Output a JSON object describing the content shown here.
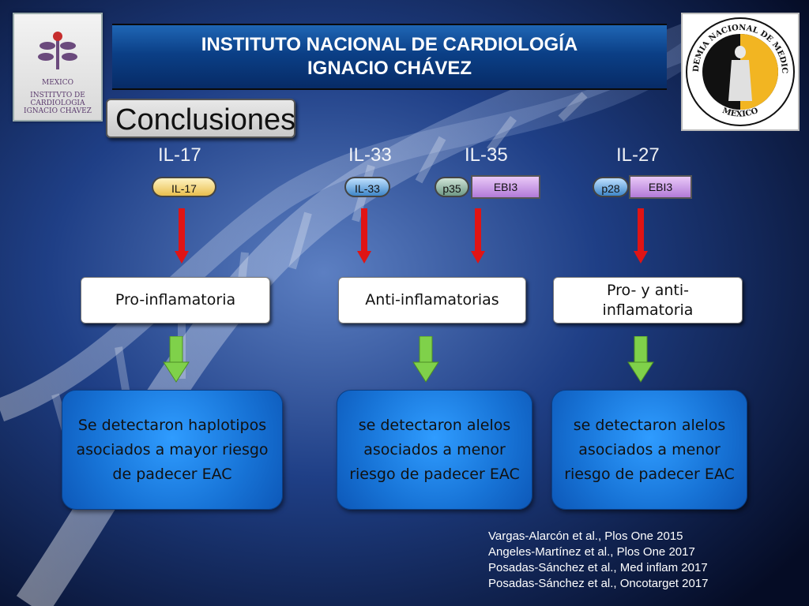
{
  "header": {
    "title_line1": "INSTITUTO NACIONAL DE CARDIOLOGÍA",
    "title_line2": "IGNACIO CHÁVEZ"
  },
  "logos": {
    "left_text": [
      "MEXICO",
      "INSTITVTO DE",
      "CARDIOLOGIA",
      "IGNACIO CHAVEZ"
    ],
    "right_text": [
      "ACADEMIA NACIONAL DE MEDICINA",
      "MEXICO"
    ]
  },
  "section_title": "Conclusiones",
  "columns": {
    "col1": {
      "heading": "IL-17",
      "molecule": "IL-17",
      "effect": "Pro-inflamatoria",
      "finding": "Se detectaron haplotipos asociados a mayor riesgo de padecer EAC"
    },
    "col2": {
      "heading_a": "IL-33",
      "heading_b": "IL-35",
      "molecule_a": "IL-33",
      "molecule_b1": "p35",
      "molecule_b2": "EBI3",
      "effect": "Anti-inflamatorias",
      "finding": "se detectaron alelos asociados a menor riesgo de padecer EAC"
    },
    "col3": {
      "heading": "IL-27",
      "molecule_1": "p28",
      "molecule_2": "EBI3",
      "effect_line1": "Pro- y anti-",
      "effect_line2": "inflamatoria",
      "finding": "se detectaron alelos asociados a menor riesgo de padecer EAC"
    }
  },
  "references": [
    "Vargas-Alarcón et al., Plos One 2015",
    "Angeles-Martínez et al., Plos One 2017",
    "Posadas-Sánchez et al., Med inflam 2017",
    "Posadas-Sánchez et al., Oncotarget 2017"
  ],
  "colors": {
    "banner": "#0b3f86",
    "finding_box": "#1773d6",
    "red_arrow": "#e01414",
    "green_arrow": "#7fd14a",
    "il17_pill": "#f2d27a",
    "il33_pill": "#3f87c9",
    "p35_pill": "#7aa08e",
    "ebi3_rect": "#b27ad8"
  }
}
